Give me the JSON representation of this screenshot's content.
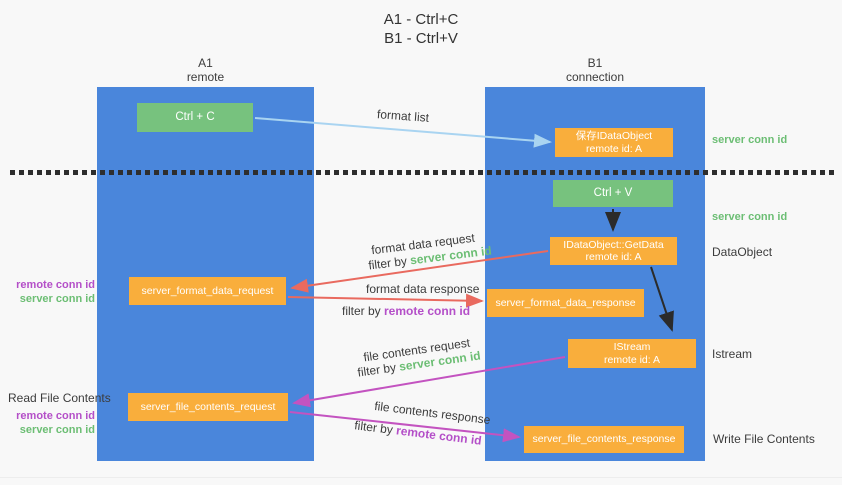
{
  "title": {
    "line1": "A1 - Ctrl+C",
    "line2": "B1 - Ctrl+V"
  },
  "lifelines": {
    "left": {
      "name": "A1",
      "role": "remote"
    },
    "right": {
      "name": "B1",
      "role": "connection"
    }
  },
  "nodes": {
    "ctrl_c": {
      "label": "Ctrl + C"
    },
    "save_idataobject": {
      "line1": "保存IDataObject",
      "line2": "remote id: A"
    },
    "ctrl_v": {
      "label": "Ctrl + V"
    },
    "getdata": {
      "line1": "IDataObject::GetData",
      "line2": "remote id: A"
    },
    "format_request": {
      "label": "server_format_data_request"
    },
    "format_response": {
      "label": "server_format_data_response"
    },
    "istream": {
      "line1": "IStream",
      "line2": "remote id: A"
    },
    "file_request": {
      "label": "server_file_contents_request"
    },
    "file_response": {
      "label": "server_file_contents_response"
    }
  },
  "flow_labels": {
    "format_list": "format list",
    "format_data_request": "format data request",
    "format_data_response": "format data response",
    "file_contents_request": "file contents request",
    "file_contents_response": "file contents response",
    "filter_by": "filter by ",
    "server_conn_id": "server conn id",
    "remote_conn_id": "remote conn id"
  },
  "side_labels": {
    "left_remote_conn_id": "remote conn id",
    "left_server_conn_id": "server conn id",
    "read_file_contents": "Read File Contents",
    "right_server_conn_id_top": "server conn id",
    "right_server_conn_id_mid": "server conn id",
    "dataobject": "DataObject",
    "istream": "Istream",
    "write_file_contents": "Write File Contents"
  },
  "colors": {
    "background": "#F8F8F8",
    "lifeline_blue": "#4A86DB",
    "node_green": "#77C27E",
    "node_orange": "#F9AE3C",
    "arrow_red": "#E96A5F",
    "arrow_magenta": "#C353C0",
    "arrow_lightblue": "#A9D4F1",
    "arrow_black": "#2B2B2B",
    "text_green": "#6CBE74",
    "text_purple": "#B44FC8",
    "text_dark": "#3C3C3C"
  }
}
